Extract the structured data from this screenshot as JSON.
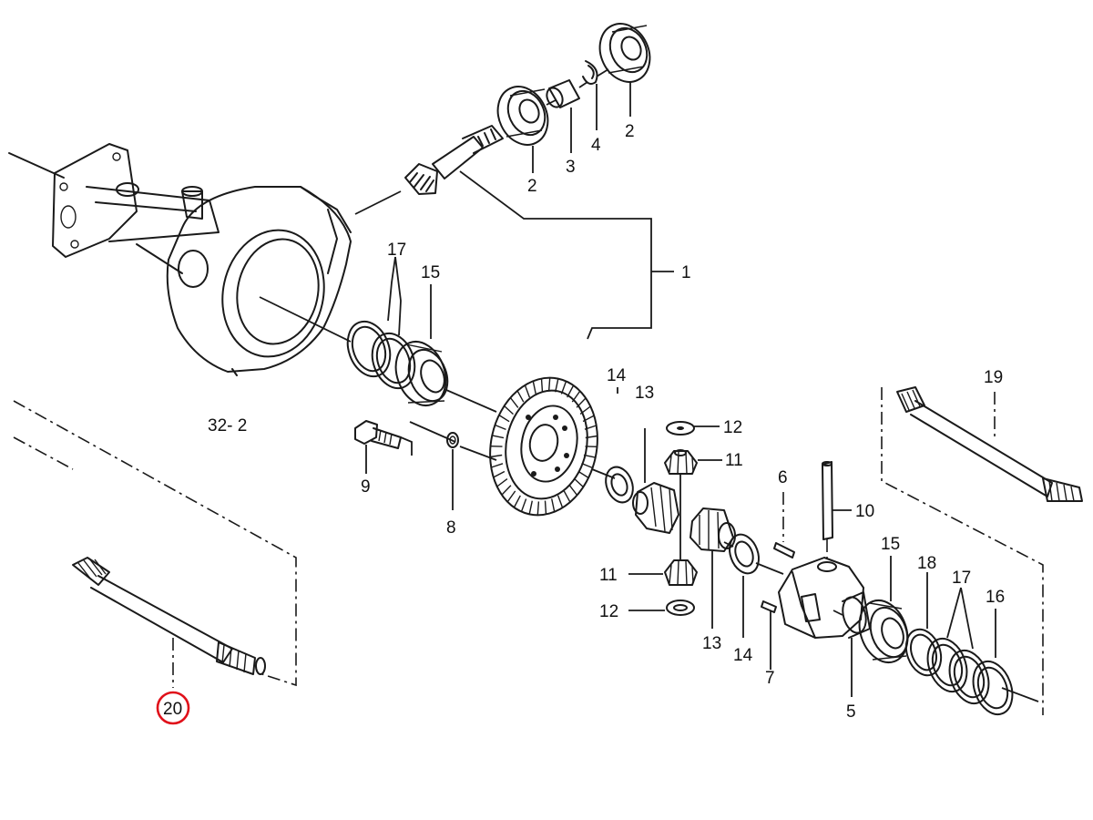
{
  "callouts": {
    "c1": "1",
    "c2a": "2",
    "c2b": "2",
    "c3": "3",
    "c4": "4",
    "c5": "5",
    "c6": "6",
    "c7": "7",
    "c8": "8",
    "c9": "9",
    "c10": "10",
    "c11a": "11",
    "c11b": "11",
    "c12a": "12",
    "c12b": "12",
    "c13a": "13",
    "c13b": "13",
    "c14a": "14",
    "c14b": "14",
    "c15a": "15",
    "c15b": "15",
    "c16": "16",
    "c17a": "17",
    "c17b": "17",
    "c18": "18",
    "c19": "19",
    "c20": "20",
    "c32": "32- 2"
  },
  "highlight": {
    "target": "20",
    "color": "#e0101a"
  }
}
